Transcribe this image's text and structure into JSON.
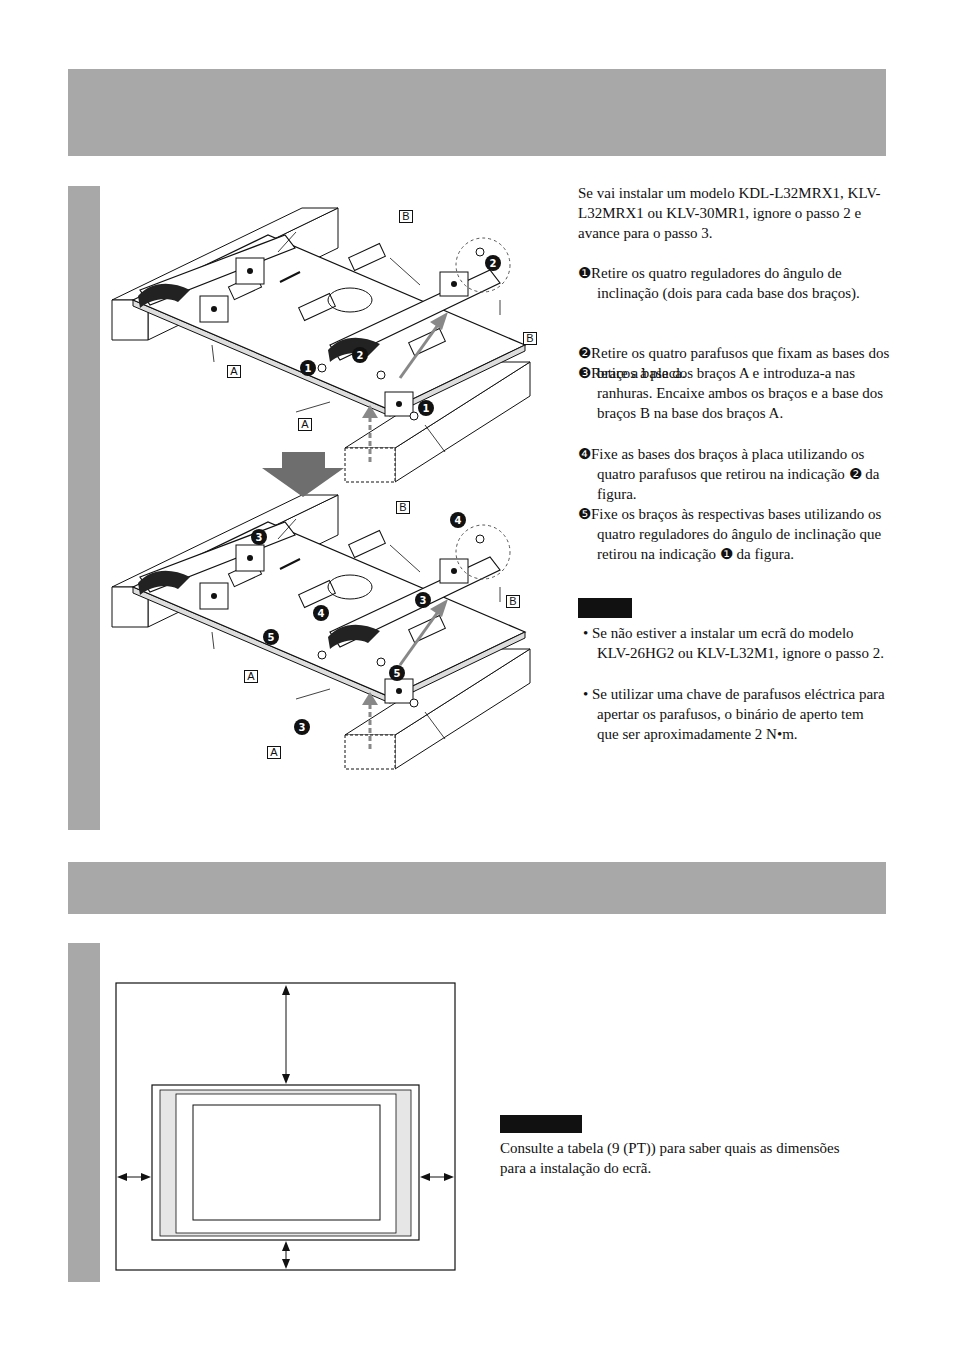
{
  "diagram": {
    "nodes": [
      {
        "text": [
          "B"
        ]
      },
      {
        "text": [
          "2"
        ]
      },
      {
        "text": [
          "B"
        ]
      },
      {
        "text": [
          "2"
        ]
      },
      {
        "text": [
          "1"
        ]
      },
      {
        "text": [
          "A"
        ]
      },
      {
        "text": [
          "1"
        ]
      },
      {
        "text": [
          "A"
        ]
      },
      {
        "text": [
          "B"
        ]
      },
      {
        "text": [
          "4"
        ]
      },
      {
        "text": [
          "3"
        ]
      },
      {
        "text": [
          "3"
        ]
      },
      {
        "text": [
          "B"
        ]
      },
      {
        "text": [
          "4"
        ]
      },
      {
        "text": [
          "5"
        ]
      },
      {
        "text": [
          "5"
        ]
      },
      {
        "text": [
          "A"
        ]
      },
      {
        "text": [
          "3"
        ]
      },
      {
        "text": [
          "A"
        ]
      }
    ],
    "labels": [
      "Se vai instalar um modelo KDL-L32MRX1, KLV-L32MRX1 ou KLV-30MR1, ignore o passo 2 e avance para o passo 3.",
      "❶Retire os quatro reguladores do ângulo de inclinação (dois para cada base dos braços).",
      "❷Retire os quatro parafusos que fixam as bases dos braços à placa.",
      "❸Retire a base dos braços A e introduza-a nas ranhuras. Encaixe ambos os braços e a base dos braços B na base dos braços A.",
      "❹Fixe as bases dos braços à placa utilizando os quatro parafusos que retirou na indicação ❷ da figura.",
      "❺Fixe os braços às respectivas bases utilizando os quatro reguladores do ângulo de inclinação que retirou na indicação ❶ da figura.",
      "• Se não estiver a instalar um ecrã do modelo KLV-26HG2 ou KLV-L32M1, ignore o passo 2.",
      "• Se utilizar uma chave de parafusos eléctrica para apertar os parafusos, o binário de aperto tem que ser aproximadamente 2 N•m.",
      "Consulte a tabela (9 (PT)) para saber quais as dimensões para a instalação do ecrã."
    ]
  }
}
